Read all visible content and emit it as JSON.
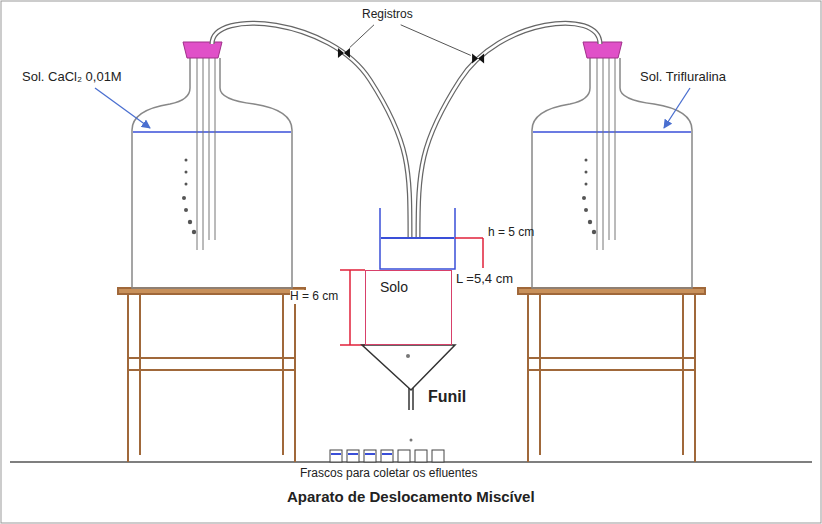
{
  "diagram": {
    "caption": "Aparato de Deslocamento Miscível",
    "nodes": [
      {
        "text": [
          "Solo"
        ]
      }
    ],
    "labels": [
      "Registros",
      "Sol. CaCl₂ 0,01M",
      "Sol. Trifluralina",
      "h = 5 cm",
      "L =5,4 cm",
      "H = 6 cm",
      "Funil",
      "Frascos para coletar os efluentes"
    ]
  }
}
